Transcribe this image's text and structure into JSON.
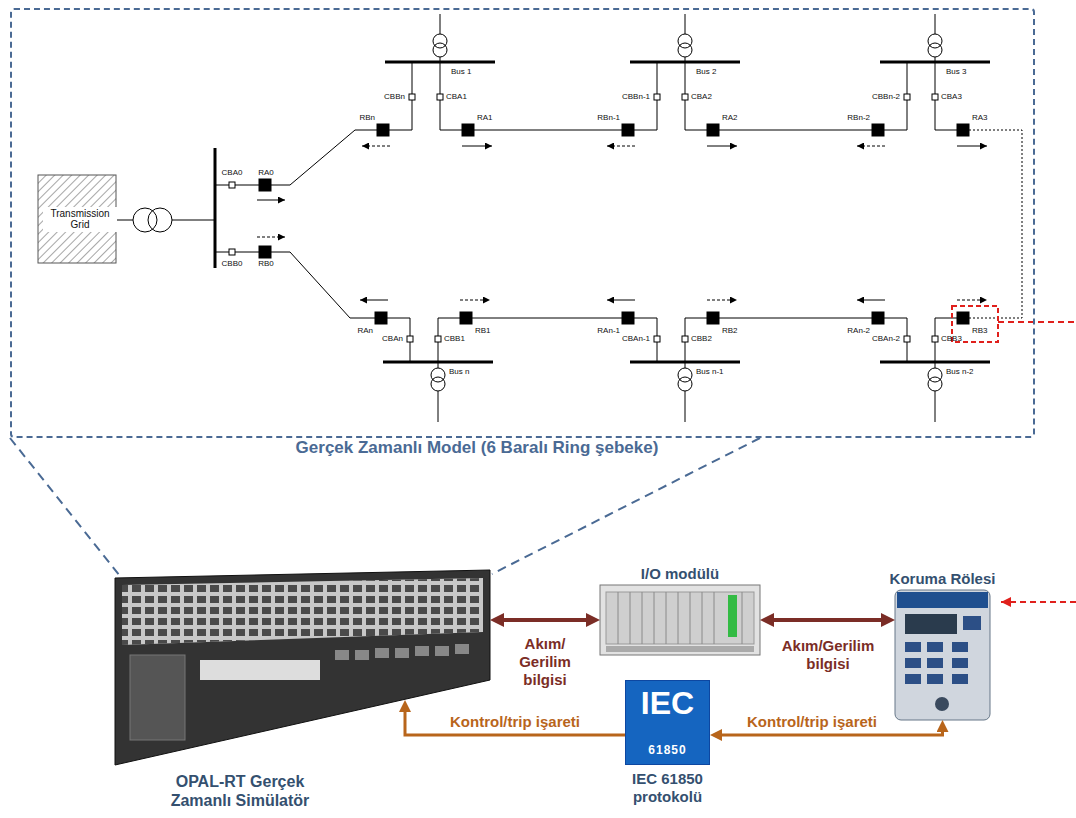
{
  "diagram": {
    "nodes": [
      {
        "text": [
          "Gerçek Zamanlı Model (6 Baralı Ring şebeke)"
        ]
      },
      {
        "text": [
          "Transmission Grid"
        ],
        "in": 0
      },
      {
        "text": [
          "OPAL-RT Gerçek Zamanlı Simülatör"
        ]
      },
      {
        "text": [
          "I/O modülü"
        ]
      },
      {
        "text": [
          "Koruma Rölesi"
        ]
      },
      {
        "text": [
          "IEC",
          "61850",
          "IEC 61850 protokolü"
        ]
      }
    ],
    "edges": [
      {
        "from": 2,
        "to": 3,
        "arrow": "both",
        "label": "Akım/ Gerilim bilgisi"
      },
      {
        "from": 3,
        "to": 4,
        "arrow": "both",
        "label": "Akım/Gerilim bilgisi"
      },
      {
        "from": 5,
        "to": 2,
        "arrow": "to",
        "label": "Kontrol/trip işareti"
      },
      {
        "from": 5,
        "to": 4,
        "arrow": "both",
        "label": "Kontrol/trip işareti"
      }
    ],
    "labels": [
      "Bus 1",
      "Bus 2",
      "Bus 3",
      "CBBn",
      "CBA1",
      "CBBn-1",
      "CBA2",
      "CBBn-2",
      "CBA3",
      "RBn",
      "RA1",
      "RBn-1",
      "RA2",
      "RBn-2",
      "RA3",
      "CBA0",
      "RA0",
      "CBB0",
      "RB0",
      "RAn",
      "RB1",
      "RAn-1",
      "RB2",
      "RAn-2",
      "RB3",
      "CBAn",
      "CBB1",
      "CBAn-1",
      "CBB2",
      "CBAn-2",
      "CBB3",
      "Bus n",
      "Bus n-1",
      "Bus n-2"
    ]
  }
}
